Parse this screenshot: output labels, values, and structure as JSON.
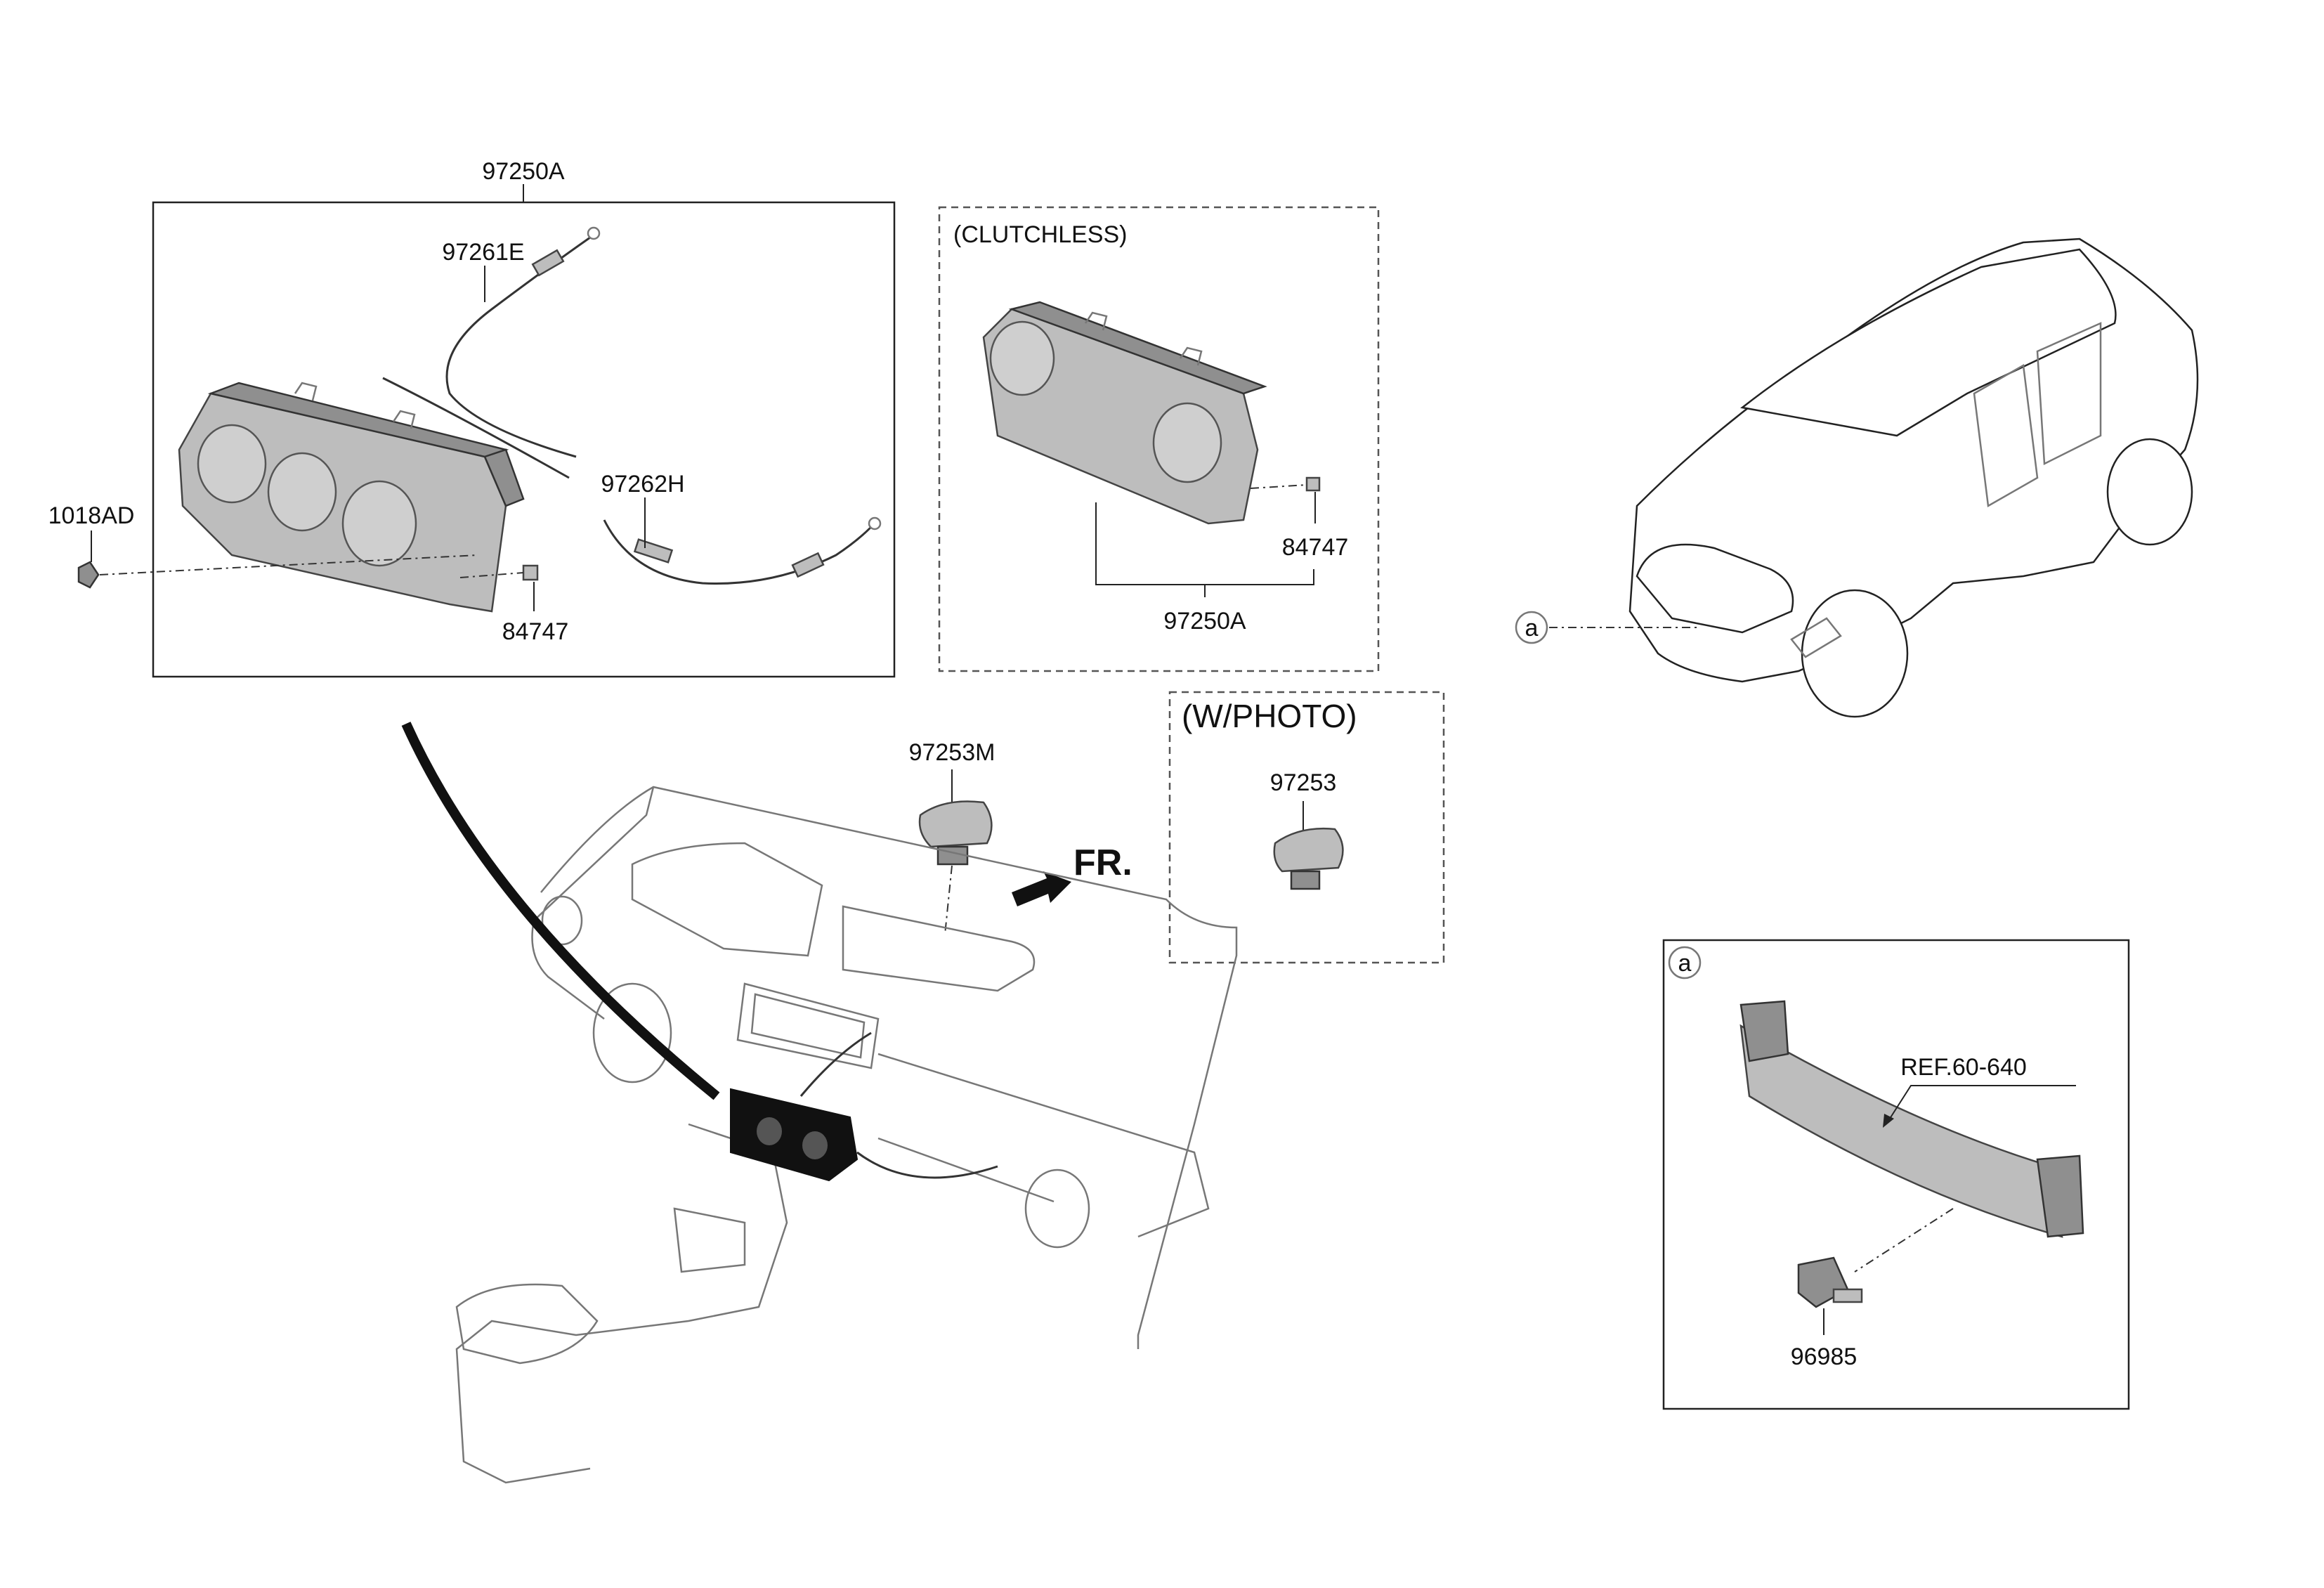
{
  "labels": {
    "assembly_main": "97250A",
    "cable_upper": "97261E",
    "cable_lower": "97262H",
    "screw": "1018AD",
    "clip_main": "84747",
    "clutchless_title": "(CLUTCHLESS)",
    "clip_clutchless": "84747",
    "assembly_clutchless": "97250A",
    "sensor_main": "97253M",
    "photo_title": "(W/PHOTO)",
    "sensor_photo": "97253",
    "front_marker": "FR.",
    "ref_label": "REF.60-640",
    "ambient_sensor": "96985",
    "callout_car": "a",
    "callout_detail": "a"
  },
  "colors": {
    "line": "#222222",
    "part_fill": "#bdbdbd",
    "highlight": "#111111"
  },
  "icons": {
    "front_arrow": "arrow-right-icon",
    "callout": "circle-letter-icon"
  }
}
